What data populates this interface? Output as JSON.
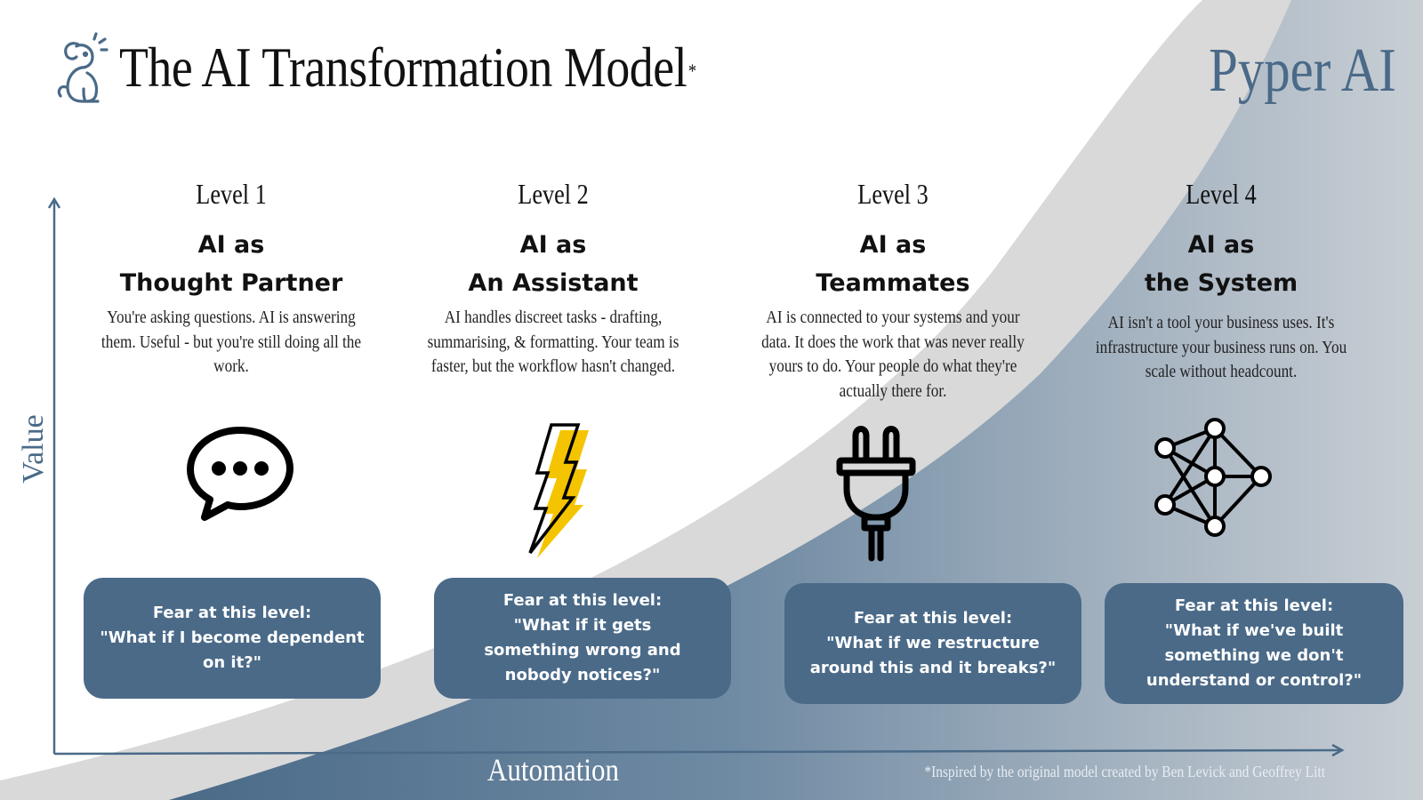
{
  "header": {
    "title": "The AI Transformation Model",
    "title_mark": "*",
    "brand": "Pyper AI",
    "logo_icon": "dog-mascot-icon"
  },
  "axes": {
    "y_label": "Value",
    "x_label": "Automation"
  },
  "levels": [
    {
      "level": "Level 1",
      "name_line1": "AI as",
      "name_line2": "Thought Partner",
      "description": "You're asking questions. AI is answering them. Useful - but you're still doing all the work.",
      "icon": "speech-bubble-icon",
      "fear_heading": "Fear at this level:",
      "fear_text": "\"What if I become dependent on it?\""
    },
    {
      "level": "Level 2",
      "name_line1": "AI as",
      "name_line2": "An Assistant",
      "description": "AI handles discreet tasks - drafting, summarising, & formatting. Your team is faster, but the workflow hasn't changed.",
      "icon": "lightning-bolt-icon",
      "fear_heading": "Fear at this level:",
      "fear_text": "\"What if it gets something wrong and nobody notices?\""
    },
    {
      "level": "Level 3",
      "name_line1": "AI as",
      "name_line2": "Teammates",
      "description": "AI is connected to your systems and your data. It does the work that was never really yours to do. Your people do what they're actually there for.",
      "icon": "power-plug-icon",
      "fear_heading": "Fear at this level:",
      "fear_text": "\"What if we restructure around this and it breaks?\""
    },
    {
      "level": "Level 4",
      "name_line1": "AI as",
      "name_line2": "the System",
      "description": "AI isn't a tool your business uses. It's infrastructure your business runs on. You scale without headcount.",
      "icon": "neural-network-icon",
      "fear_heading": "Fear at this level:",
      "fear_text": "\"What if we've built something we don't understand or control?\""
    }
  ],
  "footnote": "*Inspired by the original model created by Ben Levick and Geoffrey Litt",
  "colors": {
    "accent": "#4a6a88",
    "curve_light": "#d9d9d9",
    "bolt_yellow": "#f5c400"
  }
}
